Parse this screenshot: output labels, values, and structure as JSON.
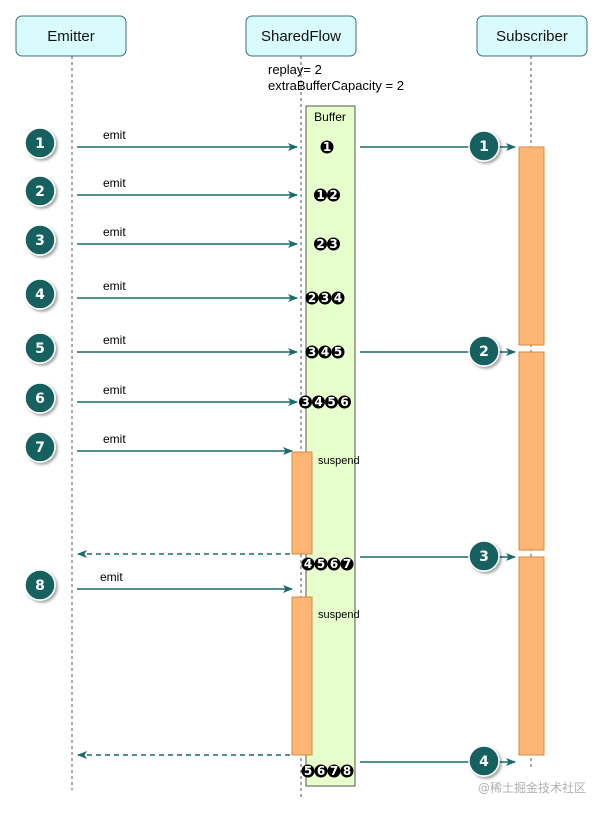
{
  "participants": {
    "emitter": "Emitter",
    "sharedflow": "SharedFlow",
    "subscriber": "Subscriber"
  },
  "config": {
    "replay": "replay= 2",
    "extra_buffer": "extraBufferCapacity = 2"
  },
  "buffer_title": "Buffer",
  "emits": [
    {
      "n": "1",
      "label": "emit",
      "buffer": [
        "1"
      ]
    },
    {
      "n": "2",
      "label": "emit",
      "buffer": [
        "1",
        "2"
      ]
    },
    {
      "n": "3",
      "label": "emit",
      "buffer": [
        "2",
        "3"
      ]
    },
    {
      "n": "4",
      "label": "emit",
      "buffer": [
        "2",
        "3",
        "4"
      ]
    },
    {
      "n": "5",
      "label": "emit",
      "buffer": [
        "3",
        "4",
        "5"
      ]
    },
    {
      "n": "6",
      "label": "emit",
      "buffer": [
        "3",
        "4",
        "5",
        "6"
      ]
    },
    {
      "n": "7",
      "label": "emit",
      "buffer": []
    },
    {
      "n": "8",
      "label": "emit",
      "buffer": []
    }
  ],
  "suspend_label": "suspend",
  "resume_buffers": [
    [
      "4",
      "5",
      "6",
      "7"
    ],
    [
      "5",
      "6",
      "7",
      "8"
    ]
  ],
  "subscriber_receipts": [
    "1",
    "2",
    "3",
    "4"
  ],
  "watermark": "@稀土掘金技术社区",
  "colors": {
    "header_fill": "#d9fbfb",
    "header_stroke": "#3d6e7a",
    "circle_fill": "#12605e",
    "arrow": "#1b6b6a",
    "buffer_fill": "#e6ffcc",
    "activation_fill": "#fdb676",
    "activation_stroke": "#d58b3b"
  }
}
